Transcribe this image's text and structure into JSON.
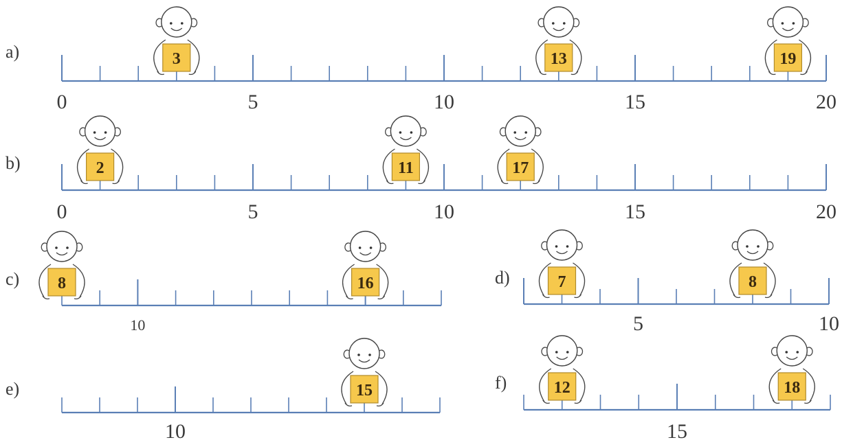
{
  "exercise": {
    "parts": [
      {
        "label": "a)",
        "major_labels": [
          "0",
          "5",
          "10",
          "15",
          "20"
        ],
        "cards": [
          "3",
          "13",
          "19"
        ]
      },
      {
        "label": "b)",
        "major_labels": [
          "0",
          "5",
          "10",
          "15",
          "20"
        ],
        "cards": [
          "2",
          "11",
          "17"
        ]
      },
      {
        "label": "c)",
        "major_labels": [
          "10"
        ],
        "cards": [
          "8",
          "16"
        ]
      },
      {
        "label": "d)",
        "major_labels": [
          "5",
          "10"
        ],
        "cards": [
          "7",
          "8"
        ]
      },
      {
        "label": "e)",
        "major_labels": [
          "10"
        ],
        "cards": [
          "15"
        ]
      },
      {
        "label": "f)",
        "major_labels": [
          "15"
        ],
        "cards": [
          "12",
          "18"
        ]
      }
    ]
  },
  "colors": {
    "axis": "#5a7fb5",
    "card": "#f6c84c",
    "ink": "#3a3a3a"
  }
}
